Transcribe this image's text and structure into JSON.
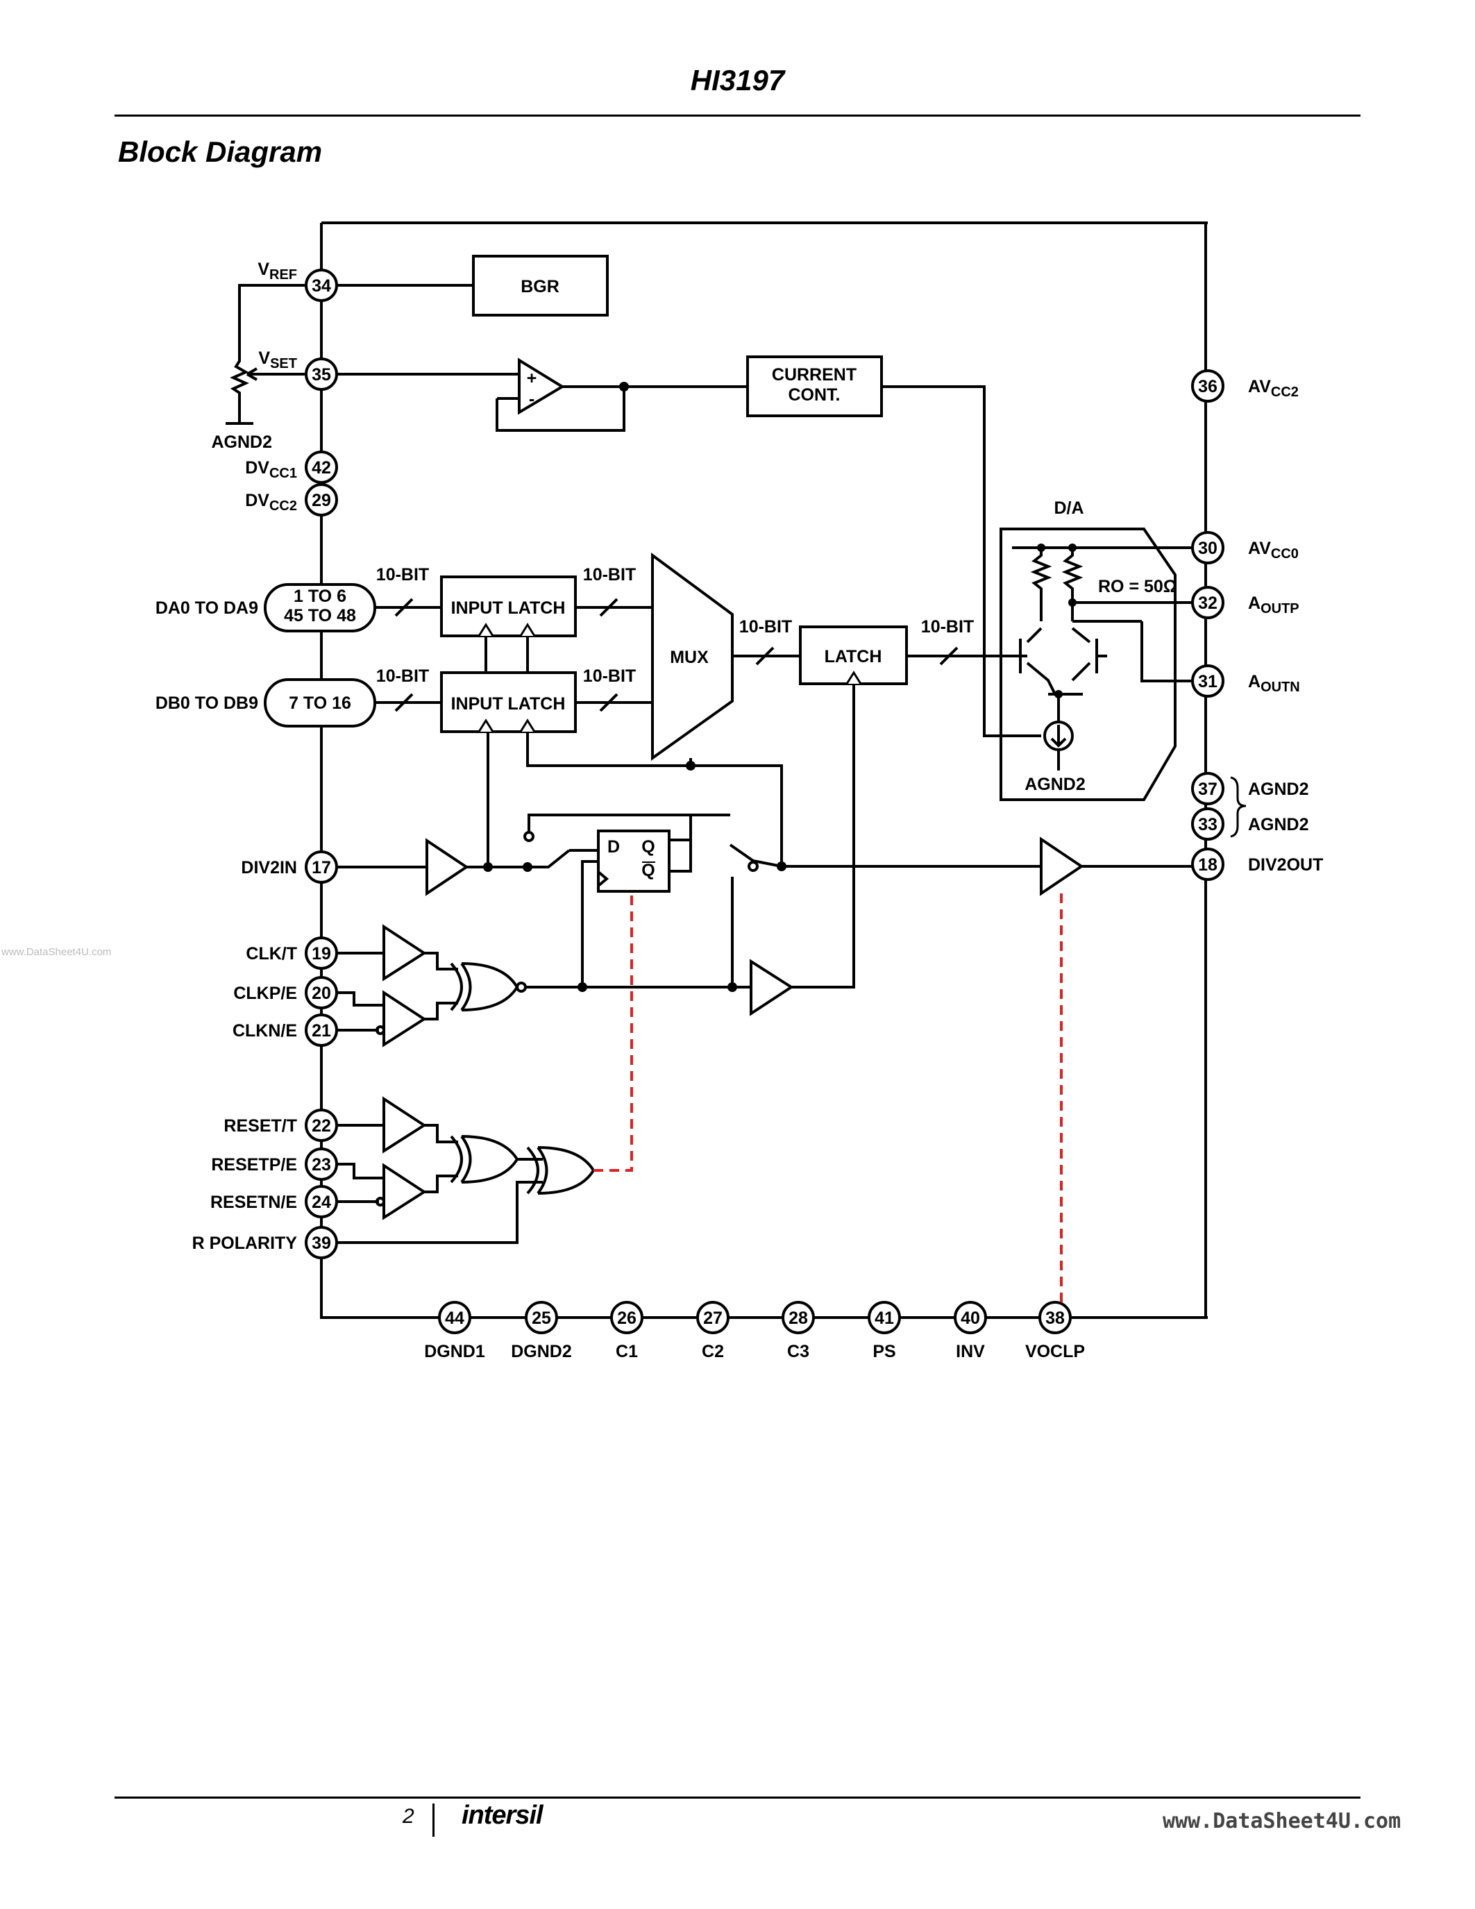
{
  "header": {
    "title": "HI3197"
  },
  "section_title": "Block Diagram",
  "blocks": {
    "bgr": "BGR",
    "current_cont_1": "CURRENT",
    "current_cont_2": "CONT.",
    "input_latch_a": "INPUT LATCH",
    "input_latch_b": "INPUT LATCH",
    "mux": "MUX",
    "latch": "LATCH",
    "da": "D/A",
    "ro": "RO = 50Ω",
    "agnd2_inner": "AGND2",
    "ff_d": "D",
    "ff_q": "Q",
    "ff_qbar": "Q"
  },
  "bus_labels": {
    "bus_a_in": "10-BIT",
    "bus_a_out": "10-BIT",
    "bus_b_in": "10-BIT",
    "bus_b_out": "10-BIT",
    "bus_mux_out": "10-BIT",
    "bus_latch_out": "10-BIT"
  },
  "opamp": {
    "plus": "+",
    "minus": "-"
  },
  "left_pins": {
    "vref": {
      "pin": "34",
      "name": "V",
      "sub": "REF"
    },
    "vset": {
      "pin": "35",
      "name": "V",
      "sub": "SET"
    },
    "agnd2": "AGND2",
    "dvcc1": {
      "pin": "42",
      "name": "DV",
      "sub": "CC1"
    },
    "dvcc2": {
      "pin": "29",
      "name": "DV",
      "sub": "CC2"
    },
    "da": {
      "pins1": "1 TO 6",
      "pins2": "45 TO 48",
      "name": "DA0 TO DA9"
    },
    "db": {
      "pins": "7 TO 16",
      "name": "DB0 TO DB9"
    },
    "div2in": {
      "pin": "17",
      "name": "DIV2IN"
    },
    "clkt": {
      "pin": "19",
      "name": "CLK/T"
    },
    "clkp": {
      "pin": "20",
      "name": "CLKP/E"
    },
    "clkn": {
      "pin": "21",
      "name": "CLKN/E"
    },
    "resett": {
      "pin": "22",
      "name": "RESET/T"
    },
    "resetp": {
      "pin": "23",
      "name": "RESETP/E"
    },
    "resetn": {
      "pin": "24",
      "name": "RESETN/E"
    },
    "rpol": {
      "pin": "39",
      "name": "R POLARITY"
    }
  },
  "right_pins": {
    "avcc2": {
      "pin": "36",
      "name": "AV",
      "sub": "CC2"
    },
    "avcc0": {
      "pin": "30",
      "name": "AV",
      "sub": "CC0"
    },
    "aoutp": {
      "pin": "32",
      "name": "A",
      "sub": "OUTP"
    },
    "aoutn": {
      "pin": "31",
      "name": "A",
      "sub": "OUTN"
    },
    "agnd2a": {
      "pin": "37",
      "name": "AGND2"
    },
    "agnd2b": {
      "pin": "33",
      "name": "AGND2"
    },
    "div2out": {
      "pin": "18",
      "name": "DIV2OUT"
    }
  },
  "bottom_pins": [
    {
      "pin": "44",
      "name": "DGND1"
    },
    {
      "pin": "25",
      "name": "DGND2"
    },
    {
      "pin": "26",
      "name": "C1"
    },
    {
      "pin": "27",
      "name": "C2"
    },
    {
      "pin": "28",
      "name": "C3"
    },
    {
      "pin": "41",
      "name": "PS"
    },
    {
      "pin": "40",
      "name": "INV"
    },
    {
      "pin": "38",
      "name": "VOCLP"
    }
  ],
  "footer": {
    "page": "2",
    "logo": "intersil",
    "url": "www.DataSheet4U.com"
  },
  "watermark": "www.DataSheet4U.com"
}
